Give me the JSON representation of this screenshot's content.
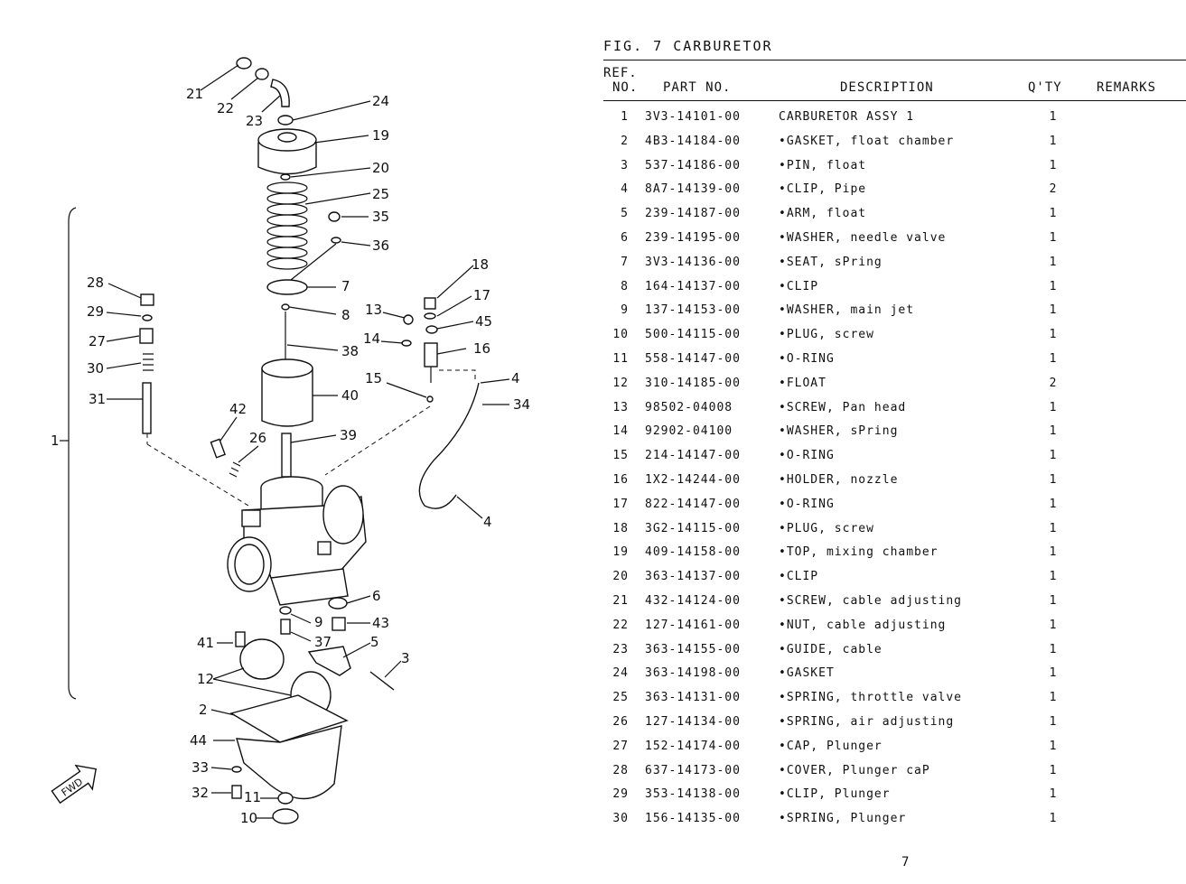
{
  "title": "FIG. 7 CARBURETOR",
  "headers": {
    "ref": "REF.",
    "no": "NO.",
    "part_no": "PART NO.",
    "description": "DESCRIPTION",
    "qty": "Q'TY",
    "remarks": "REMARKS"
  },
  "rows": [
    {
      "no": "1",
      "part": "3V3-14101-00",
      "desc": "CARBURETOR ASSY 1",
      "qty": "1"
    },
    {
      "no": "2",
      "part": "4B3-14184-00",
      "desc": "•GASKET, float chamber",
      "qty": "1"
    },
    {
      "no": "3",
      "part": "537-14186-00",
      "desc": "•PIN, float",
      "qty": "1"
    },
    {
      "no": "4",
      "part": "8A7-14139-00",
      "desc": "•CLIP, Pipe",
      "qty": "2"
    },
    {
      "no": "5",
      "part": "239-14187-00",
      "desc": "•ARM, float",
      "qty": "1"
    },
    {
      "no": "6",
      "part": "239-14195-00",
      "desc": "•WASHER, needle valve",
      "qty": "1"
    },
    {
      "no": "7",
      "part": "3V3-14136-00",
      "desc": "•SEAT, sPring",
      "qty": "1"
    },
    {
      "no": "8",
      "part": "164-14137-00",
      "desc": "•CLIP",
      "qty": "1"
    },
    {
      "no": "9",
      "part": "137-14153-00",
      "desc": "•WASHER, main jet",
      "qty": "1"
    },
    {
      "no": "10",
      "part": "500-14115-00",
      "desc": "•PLUG, screw",
      "qty": "1"
    },
    {
      "no": "11",
      "part": "558-14147-00",
      "desc": "•O-RING",
      "qty": "1"
    },
    {
      "no": "12",
      "part": "310-14185-00",
      "desc": "•FLOAT",
      "qty": "2"
    },
    {
      "no": "13",
      "part": "98502-04008",
      "desc": "•SCREW, Pan head",
      "qty": "1"
    },
    {
      "no": "14",
      "part": "92902-04100",
      "desc": "•WASHER, sPring",
      "qty": "1"
    },
    {
      "no": "15",
      "part": "214-14147-00",
      "desc": "•O-RING",
      "qty": "1"
    },
    {
      "no": "16",
      "part": "1X2-14244-00",
      "desc": "•HOLDER, nozzle",
      "qty": "1"
    },
    {
      "no": "17",
      "part": "822-14147-00",
      "desc": "•O-RING",
      "qty": "1"
    },
    {
      "no": "18",
      "part": "3G2-14115-00",
      "desc": "•PLUG, screw",
      "qty": "1"
    },
    {
      "no": "19",
      "part": "409-14158-00",
      "desc": "•TOP, mixing chamber",
      "qty": "1"
    },
    {
      "no": "20",
      "part": "363-14137-00",
      "desc": "•CLIP",
      "qty": "1"
    },
    {
      "no": "21",
      "part": "432-14124-00",
      "desc": "•SCREW, cable adjusting",
      "qty": "1"
    },
    {
      "no": "22",
      "part": "127-14161-00",
      "desc": "•NUT, cable adjusting",
      "qty": "1"
    },
    {
      "no": "23",
      "part": "363-14155-00",
      "desc": "•GUIDE, cable",
      "qty": "1"
    },
    {
      "no": "24",
      "part": "363-14198-00",
      "desc": "•GASKET",
      "qty": "1"
    },
    {
      "no": "25",
      "part": "363-14131-00",
      "desc": "•SPRING, throttle valve",
      "qty": "1"
    },
    {
      "no": "26",
      "part": "127-14134-00",
      "desc": "•SPRING, air adjusting",
      "qty": "1"
    },
    {
      "no": "27",
      "part": "152-14174-00",
      "desc": "•CAP, Plunger",
      "qty": "1"
    },
    {
      "no": "28",
      "part": "637-14173-00",
      "desc": "•COVER, Plunger caP",
      "qty": "1"
    },
    {
      "no": "29",
      "part": "353-14138-00",
      "desc": "•CLIP, Plunger",
      "qty": "1"
    },
    {
      "no": "30",
      "part": "156-14135-00",
      "desc": "•SPRING, Plunger",
      "qty": "1"
    }
  ],
  "diagram": {
    "callouts": [
      "1",
      "2",
      "3",
      "4",
      "4",
      "5",
      "6",
      "7",
      "8",
      "9",
      "10",
      "11",
      "12",
      "13",
      "14",
      "15",
      "16",
      "17",
      "18",
      "19",
      "20",
      "21",
      "22",
      "23",
      "24",
      "25",
      "26",
      "27",
      "28",
      "29",
      "30",
      "31",
      "32",
      "33",
      "34",
      "35",
      "36",
      "37",
      "38",
      "39",
      "40",
      "41",
      "42",
      "43",
      "44",
      "45"
    ],
    "fwd_label": "FWD"
  },
  "page_number": "7"
}
